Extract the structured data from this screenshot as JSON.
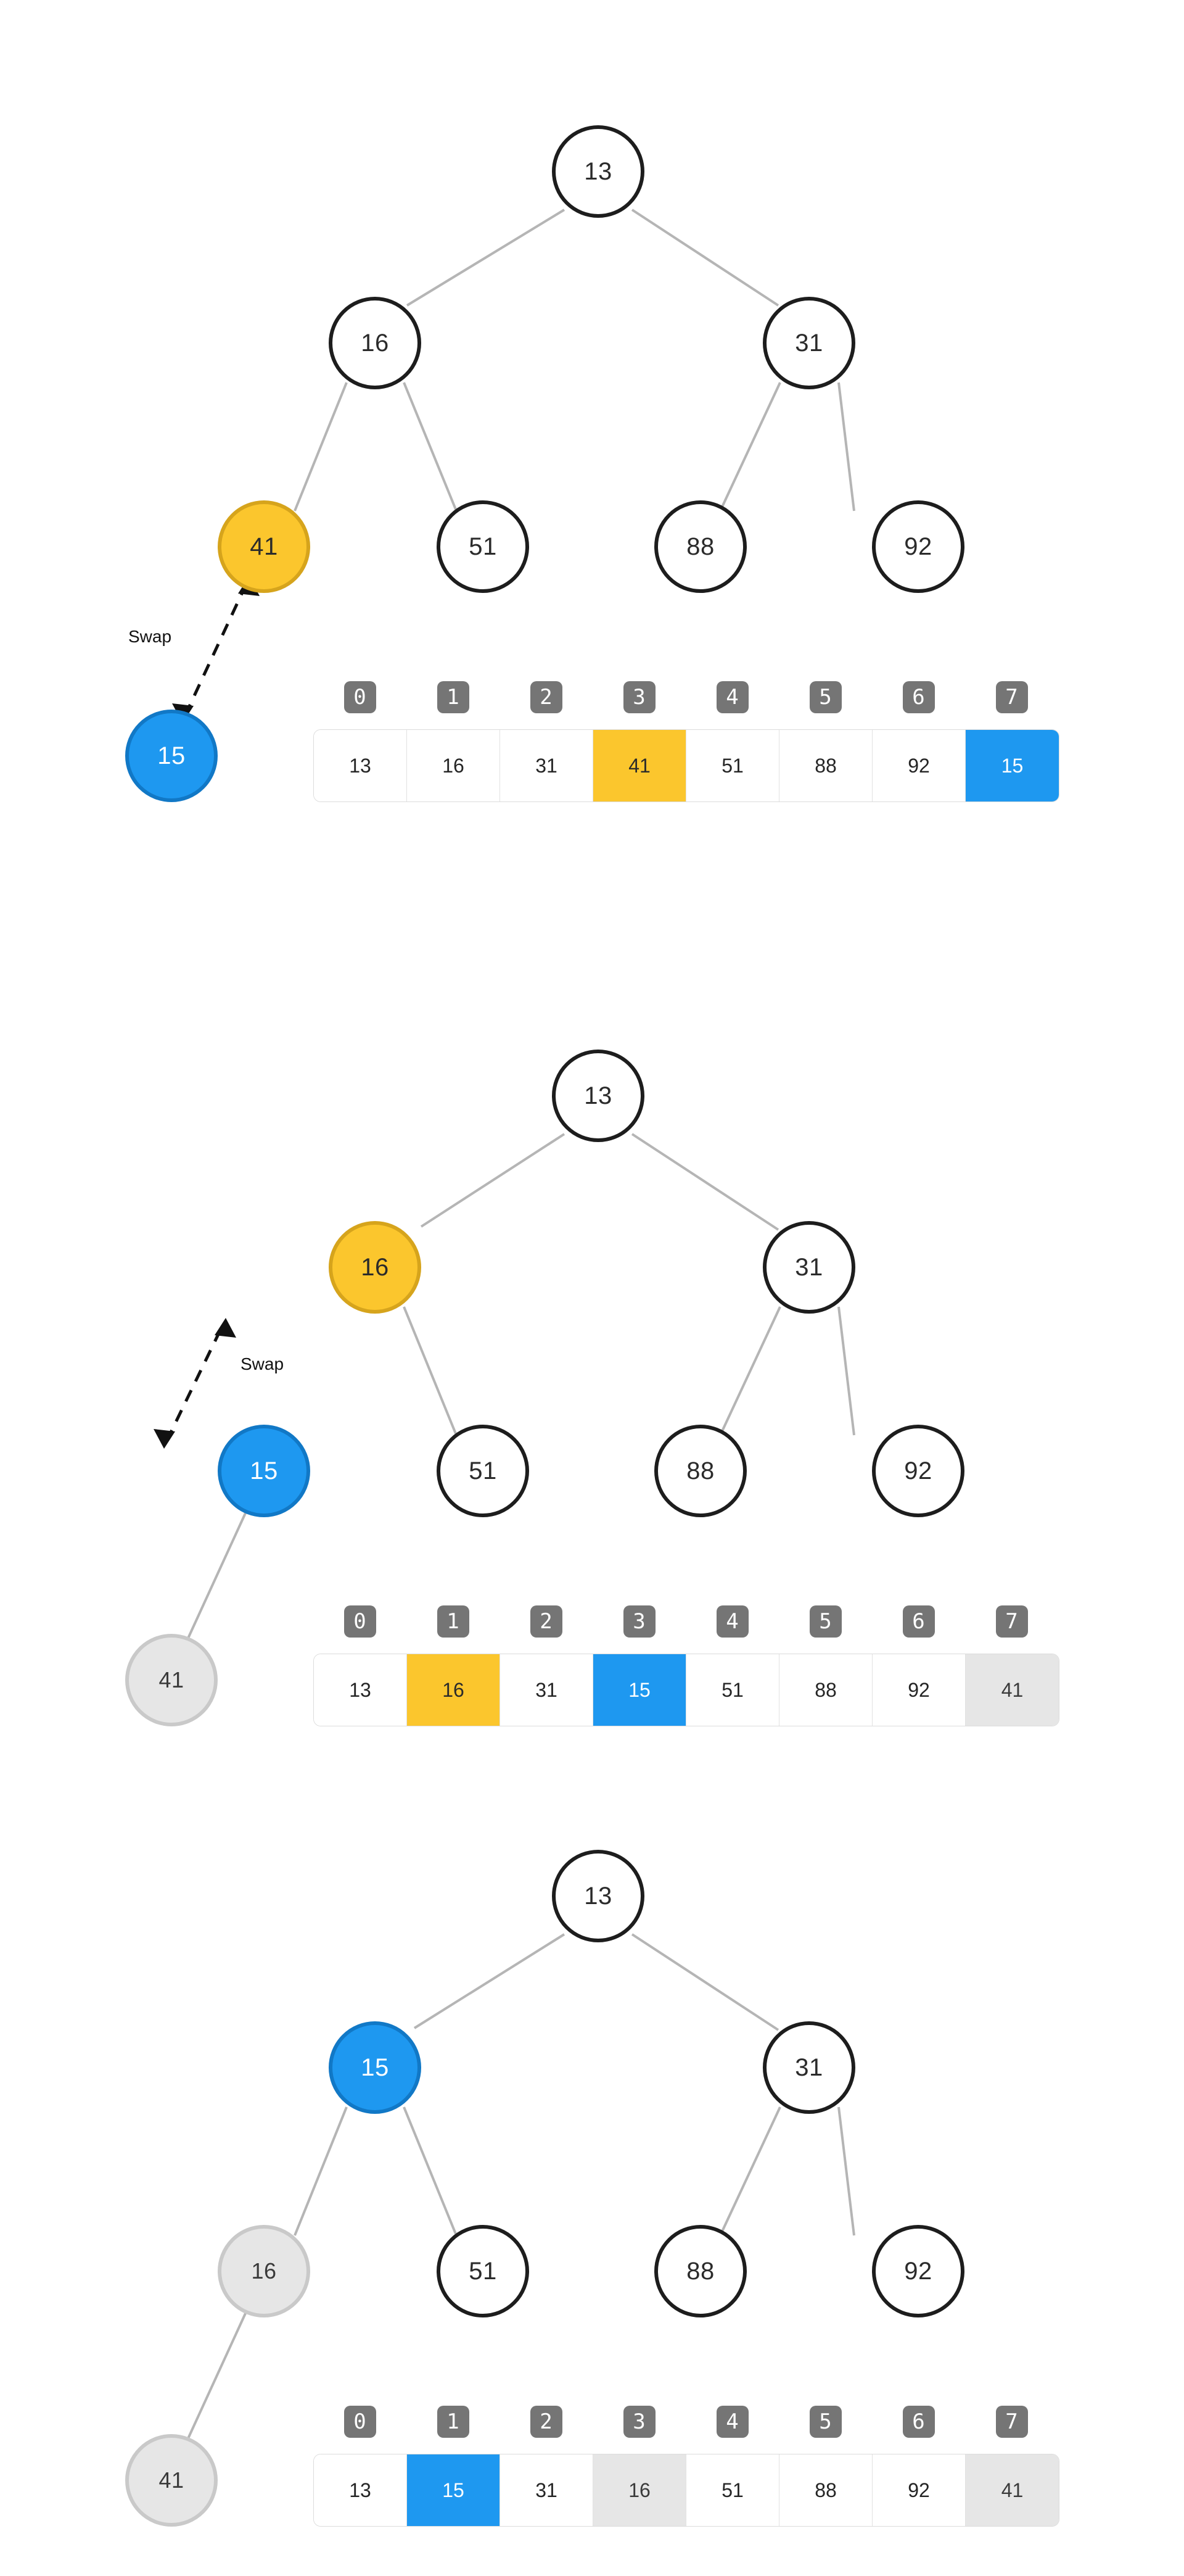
{
  "diagram": {
    "title_visible": false,
    "colors": {
      "highlight_yellow": "#fbc62d",
      "active_blue": "#1e98f0",
      "faded_grey": "#e6e6e6",
      "edge_grey": "#b5b5b5",
      "node_outline": "#1d1d1d",
      "index_badge": "#757575"
    },
    "swap_label": "Swap"
  },
  "steps": [
    {
      "id": "step-1",
      "swap_label": "Swap",
      "nodes": [
        {
          "value": "13",
          "state": "plain"
        },
        {
          "value": "16",
          "state": "plain"
        },
        {
          "value": "31",
          "state": "plain"
        },
        {
          "value": "41",
          "state": "highlight"
        },
        {
          "value": "51",
          "state": "plain"
        },
        {
          "value": "88",
          "state": "plain"
        },
        {
          "value": "92",
          "state": "plain"
        },
        {
          "value": "15",
          "state": "active"
        }
      ],
      "array": {
        "indices": [
          "0",
          "1",
          "2",
          "3",
          "4",
          "5",
          "6",
          "7"
        ],
        "values": [
          "13",
          "16",
          "31",
          "41",
          "51",
          "88",
          "92",
          "15"
        ],
        "states": [
          "none",
          "none",
          "none",
          "yellow",
          "none",
          "none",
          "none",
          "blue"
        ]
      }
    },
    {
      "id": "step-2",
      "swap_label": "Swap",
      "nodes": [
        {
          "value": "13",
          "state": "plain"
        },
        {
          "value": "16",
          "state": "highlight"
        },
        {
          "value": "31",
          "state": "plain"
        },
        {
          "value": "15",
          "state": "active"
        },
        {
          "value": "51",
          "state": "plain"
        },
        {
          "value": "88",
          "state": "plain"
        },
        {
          "value": "92",
          "state": "plain"
        },
        {
          "value": "41",
          "state": "faded"
        }
      ],
      "array": {
        "indices": [
          "0",
          "1",
          "2",
          "3",
          "4",
          "5",
          "6",
          "7"
        ],
        "values": [
          "13",
          "16",
          "31",
          "15",
          "51",
          "88",
          "92",
          "41"
        ],
        "states": [
          "none",
          "yellow",
          "none",
          "blue",
          "none",
          "none",
          "none",
          "grey"
        ]
      }
    },
    {
      "id": "step-3",
      "swap_label": "",
      "nodes": [
        {
          "value": "13",
          "state": "plain"
        },
        {
          "value": "15",
          "state": "active"
        },
        {
          "value": "31",
          "state": "plain"
        },
        {
          "value": "16",
          "state": "faded"
        },
        {
          "value": "51",
          "state": "plain"
        },
        {
          "value": "88",
          "state": "plain"
        },
        {
          "value": "92",
          "state": "plain"
        },
        {
          "value": "41",
          "state": "faded"
        }
      ],
      "array": {
        "indices": [
          "0",
          "1",
          "2",
          "3",
          "4",
          "5",
          "6",
          "7"
        ],
        "values": [
          "13",
          "15",
          "31",
          "16",
          "51",
          "88",
          "92",
          "41"
        ],
        "states": [
          "none",
          "blue",
          "none",
          "grey",
          "none",
          "none",
          "none",
          "grey"
        ]
      }
    }
  ]
}
